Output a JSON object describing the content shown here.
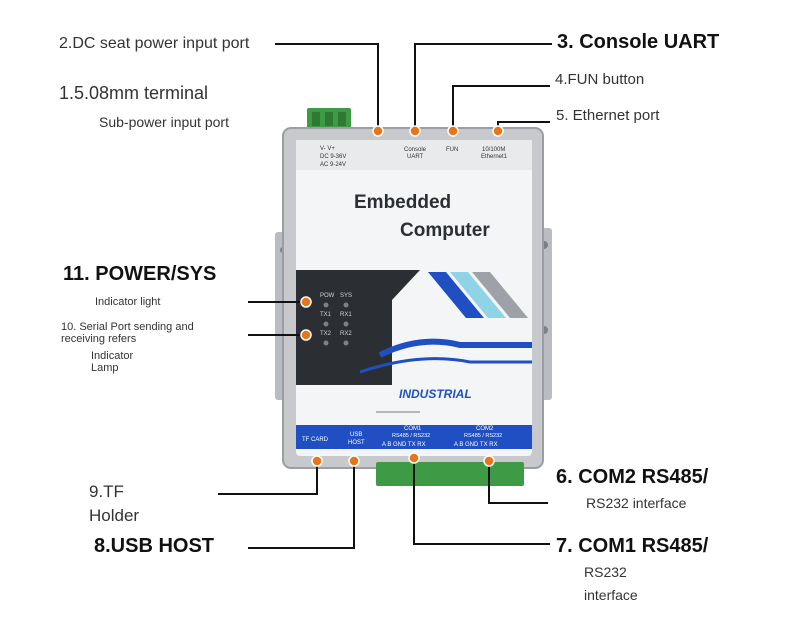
{
  "callouts": {
    "dc_power": "2.DC seat power input port",
    "terminal": "1.5.08mm terminal",
    "sub_power": "Sub-power input port",
    "console_uart": "3. Console UART",
    "fun_button": "4.FUN button",
    "ethernet": "5. Ethernet port",
    "power_sys": "11. POWER/SYS",
    "indicator_light": "Indicator light",
    "serial_line1": "10. Serial Port sending and",
    "serial_line2": "receiving refers",
    "indicator_lamp1": "Indicator",
    "indicator_lamp2": "Lamp",
    "tf_line1": "9.TF",
    "tf_line2": "Holder",
    "usb_host": "8.USB HOST",
    "com2_title": "6. COM2 RS485/",
    "com2_sub": "RS232 interface",
    "com1_title": "7. COM1 RS485/",
    "com1_sub1": "RS232",
    "com1_sub2": "interface"
  },
  "device": {
    "title1": "Embedded",
    "title2": "Computer",
    "brand": "INDUSTRIAL",
    "power_v": "V-   V+",
    "power_dc": "DC  9-36V",
    "power_ac": "AC  9-24V",
    "console1": "Console",
    "console2": "UART",
    "fun": "FUN",
    "eth1": "10/100M",
    "eth2": "Ethernet1",
    "led_pow": "POW",
    "led_sys": "SYS",
    "led_tx1": "TX1",
    "led_rx1": "RX1",
    "led_tx2": "TX2",
    "led_rx2": "RX2",
    "tf_card": "TF CARD",
    "usb1": "USB",
    "usb2": "HOST",
    "com1": "COM1",
    "com1_mode": "RS485 / RS232",
    "com1_pins": "A   B   GND  TX   RX",
    "com2": "COM2",
    "com2_mode": "RS485 / RS232",
    "com2_pins": "A   B   GND  TX   RX"
  },
  "colors": {
    "accent_orange": "#e8751a",
    "panel_blue": "#1f4fc2",
    "dark_panel": "#2b2e33",
    "terminal_green": "#3f9a45"
  }
}
